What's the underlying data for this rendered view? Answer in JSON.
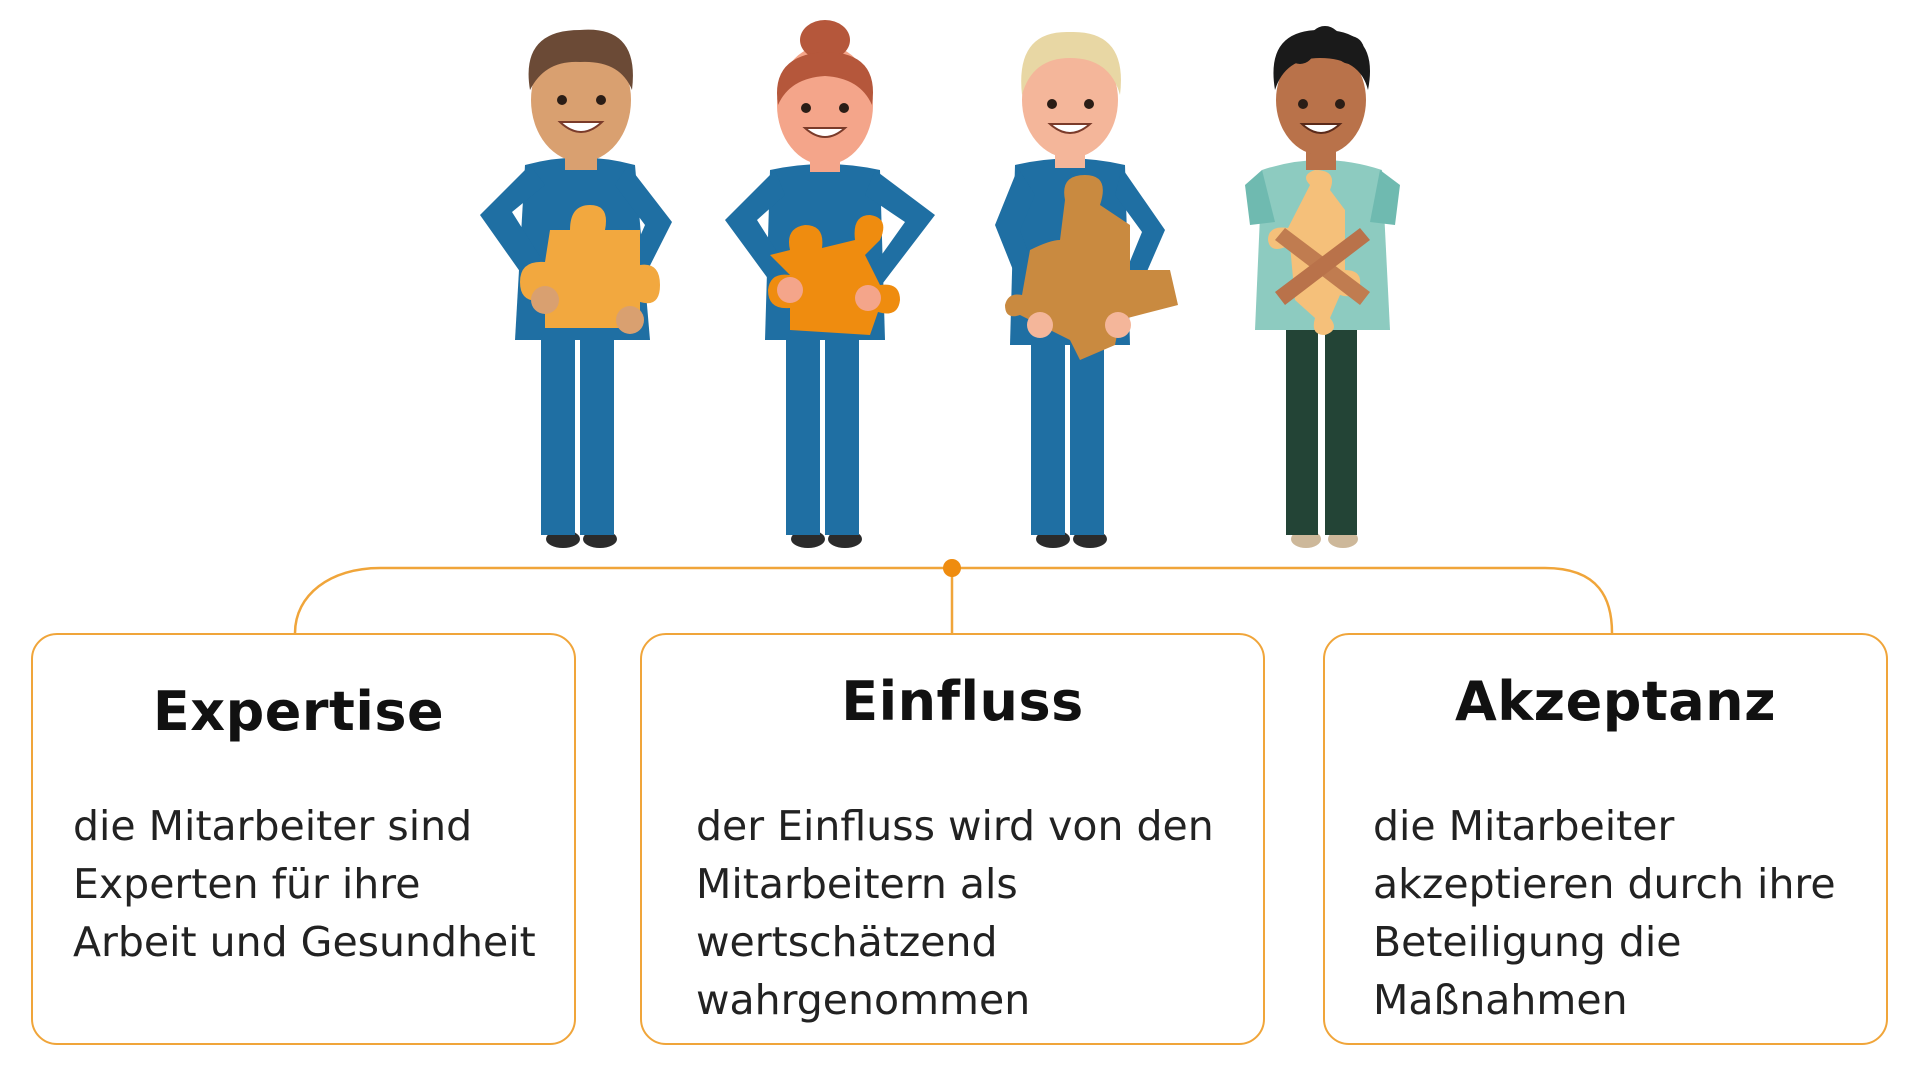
{
  "colors": {
    "connector": "#f0a53a",
    "node": "#ef8c0f",
    "suit": "#1f6fa3",
    "puzzle": "#f2a83f"
  },
  "people": [
    {
      "name": "person-1",
      "icon": "person-holding-puzzle-icon"
    },
    {
      "name": "person-2",
      "icon": "person-holding-puzzle-icon"
    },
    {
      "name": "person-3",
      "icon": "person-holding-puzzle-icon"
    },
    {
      "name": "person-4",
      "icon": "person-holding-puzzle-icon"
    }
  ],
  "boxes": [
    {
      "title": "Expertise",
      "lines": [
        "die Mitarbeiter sind",
        "Experten für ihre",
        "Arbeit und Gesundheit"
      ]
    },
    {
      "title": "Einfluss",
      "lines": [
        "der Einfluss wird von den",
        "Mitarbeitern als",
        "wertschätzend",
        "wahrgenommen"
      ]
    },
    {
      "title": "Akzeptanz",
      "lines": [
        "die Mitarbeiter",
        "akzeptieren durch ihre",
        "Beteiligung die",
        "Maßnahmen"
      ]
    }
  ]
}
